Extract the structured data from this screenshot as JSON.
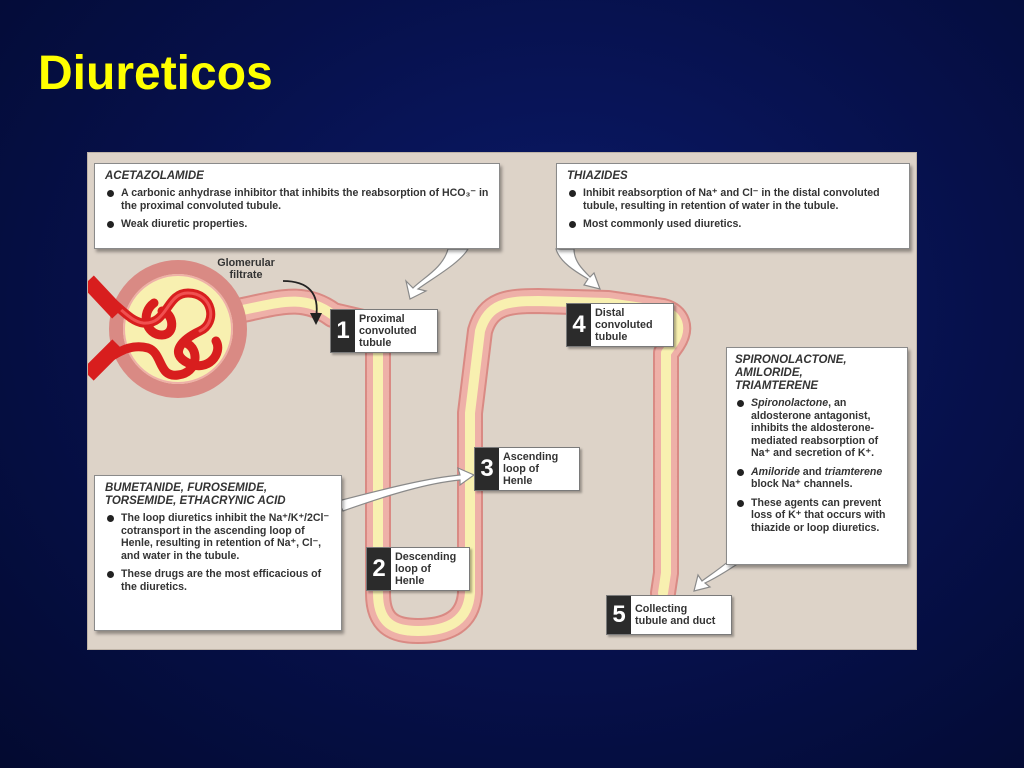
{
  "title": "Diureticos",
  "figure": {
    "glomerular_label": "Glomerular\nfiltrate",
    "boxes": {
      "acetazolamide": {
        "heading": "ACETAZOLAMIDE",
        "bullets": [
          "A carbonic anhydrase inhibitor that inhibits the reabsorption of HCO₃⁻ in the proximal convoluted tubule.",
          "Weak diuretic properties."
        ]
      },
      "thiazides": {
        "heading": "THIAZIDES",
        "bullets": [
          "Inhibit reabsorption of Na⁺ and Cl⁻ in the distal convoluted tubule, resulting in retention of water in the tubule.",
          "Most commonly used diuretics."
        ]
      },
      "spironolactone": {
        "heading": "SPIRONOLACTONE,\nAMILORIDE,\nTRIAMTERENE",
        "bullet1_em": "Spironolactone",
        "bullet1_rest": ", an aldosterone antagonist, inhibits the aldosterone-mediated reabsorption of Na⁺ and secretion of K⁺.",
        "bullet2_em1": "Amiloride",
        "bullet2_mid": " and ",
        "bullet2_em2": "triamterene",
        "bullet2_rest": " block Na⁺ channels.",
        "bullet3": "These agents can prevent loss of K⁺ that occurs with thiazide or loop diuretics."
      },
      "bumetanide": {
        "heading": "BUMETANIDE, FUROSEMIDE,\nTORSEMIDE, ETHACRYNIC ACID",
        "bullets": [
          "The loop diuretics inhibit the Na⁺/K⁺/2Cl⁻ cotransport in the ascending loop of Henle, resulting in retention of Na⁺, Cl⁻, and water in the tubule.",
          "These drugs are the most efficacious of the diuretics."
        ]
      }
    },
    "segments": [
      {
        "num": "1",
        "label": "Proximal\nconvoluted\ntubule"
      },
      {
        "num": "2",
        "label": "Descending\nloop of\nHenle"
      },
      {
        "num": "3",
        "label": "Ascending\nloop of\nHenle"
      },
      {
        "num": "4",
        "label": "Distal\nconvoluted\ntubule"
      },
      {
        "num": "5",
        "label": "Collecting\ntubule and duct"
      }
    ],
    "colors": {
      "background": "#ddd3c8",
      "tubule_wall": "#e8a8a0",
      "tubule_lumen": "#f8f0b0",
      "vessel": "#e02020",
      "title": "#ffff00"
    }
  }
}
